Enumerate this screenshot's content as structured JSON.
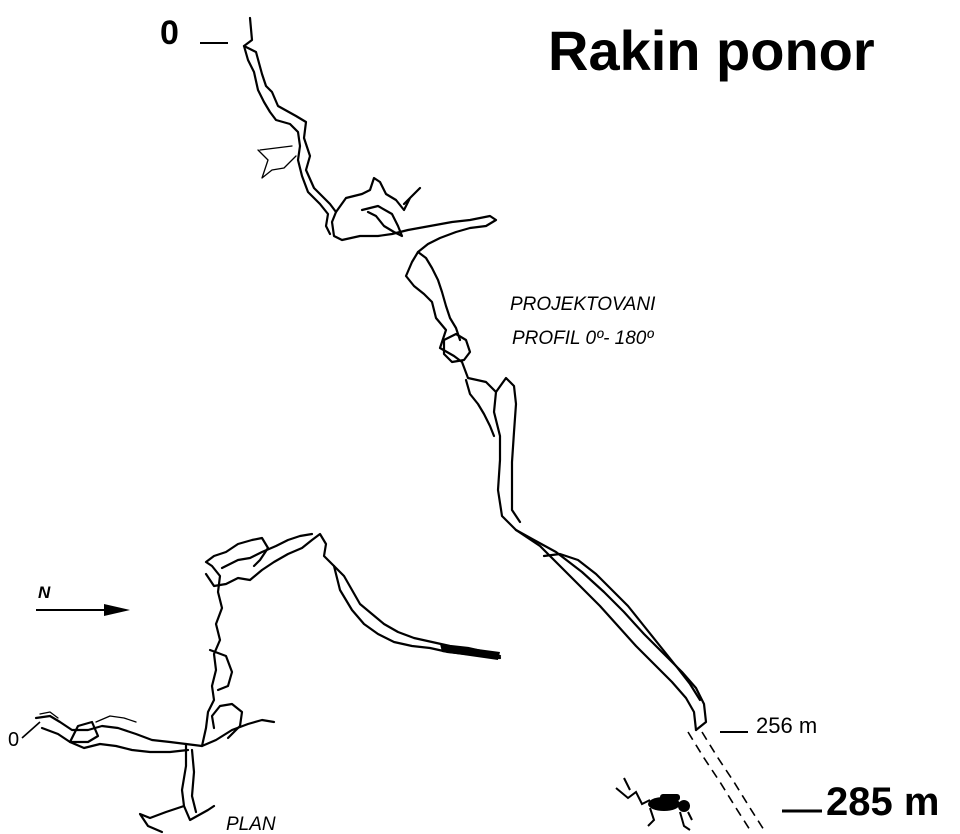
{
  "title": "Rakin ponor",
  "profile": {
    "label_line1": "PROJEKTOVANI",
    "label_line2": "PROFIL 0º- 180º",
    "depth_top": "0",
    "depth_siphon": "256 m",
    "depth_bottom": "285 m"
  },
  "plan": {
    "label": "PLAN",
    "entrance_label": "0",
    "north_label": "N"
  },
  "icons": {
    "diver": "diver-icon",
    "north_arrow": "north-arrow-icon"
  },
  "colors": {
    "ink": "#000000",
    "background": "#ffffff"
  }
}
